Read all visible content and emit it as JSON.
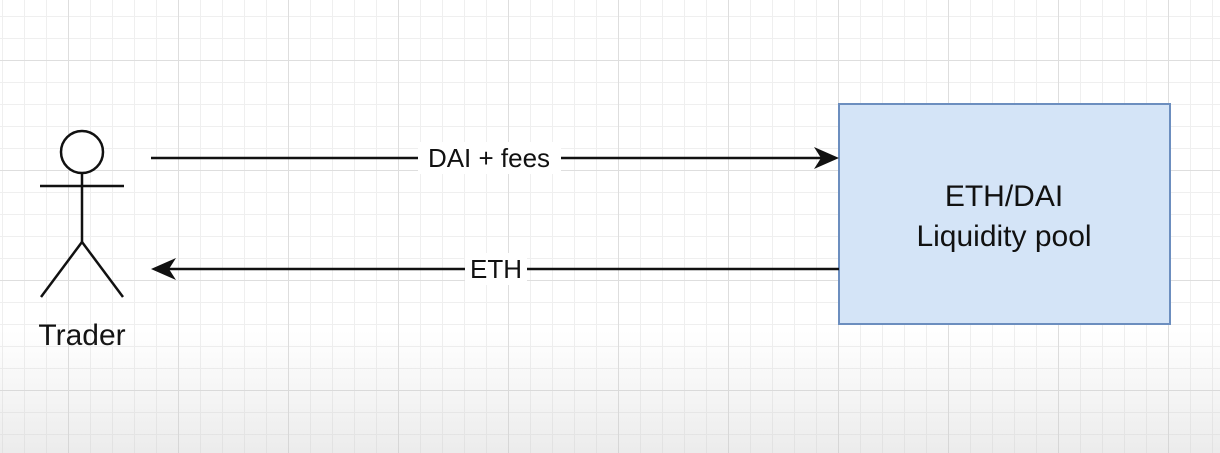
{
  "diagram": {
    "actor": {
      "label": "Trader",
      "icon": "stick-figure-icon"
    },
    "pool": {
      "line1": "ETH/DAI",
      "line2": "Liquidity pool",
      "fill_color": "#d4e4f7",
      "stroke_color": "#6c8ebf"
    },
    "edges": [
      {
        "from": "Trader",
        "to": "ETH/DAI Liquidity pool",
        "label": "DAI + fees"
      },
      {
        "from": "ETH/DAI Liquidity pool",
        "to": "Trader",
        "label": "ETH"
      }
    ]
  }
}
